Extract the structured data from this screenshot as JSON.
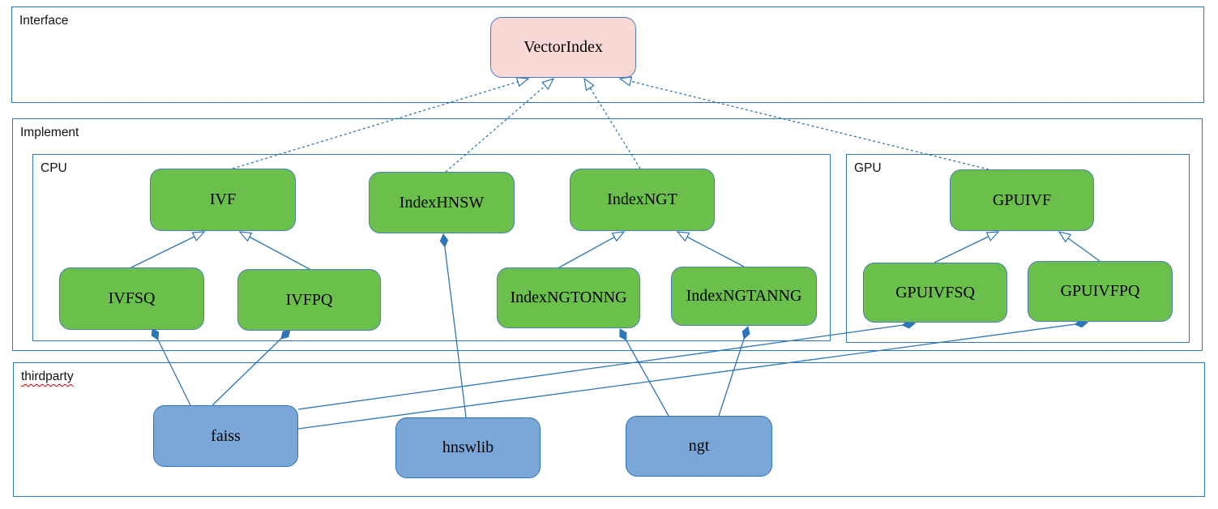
{
  "diagram": {
    "containers": [
      {
        "id": "interface",
        "label": "Interface"
      },
      {
        "id": "implement",
        "label": "Implement"
      },
      {
        "id": "cpu",
        "label": "CPU"
      },
      {
        "id": "gpu",
        "label": "GPU"
      },
      {
        "id": "thirdparty",
        "label": "thirdparty",
        "spellcheck_underline": true
      }
    ],
    "nodes": [
      {
        "id": "VectorIndex",
        "label": "VectorIndex",
        "kind": "interface",
        "container": "interface"
      },
      {
        "id": "IVF",
        "label": "IVF",
        "kind": "class",
        "container": "cpu"
      },
      {
        "id": "IndexHNSW",
        "label": "IndexHNSW",
        "kind": "class",
        "container": "cpu"
      },
      {
        "id": "IndexNGT",
        "label": "IndexNGT",
        "kind": "class",
        "container": "cpu"
      },
      {
        "id": "IVFSQ",
        "label": "IVFSQ",
        "kind": "class",
        "container": "cpu"
      },
      {
        "id": "IVFPQ",
        "label": "IVFPQ",
        "kind": "class",
        "container": "cpu"
      },
      {
        "id": "IndexNGTONNG",
        "label": "IndexNGTONNG",
        "kind": "class",
        "container": "cpu"
      },
      {
        "id": "IndexNGTANNG",
        "label": "IndexNGTANNG",
        "kind": "class",
        "container": "cpu"
      },
      {
        "id": "GPUIVF",
        "label": "GPUIVF",
        "kind": "class",
        "container": "gpu"
      },
      {
        "id": "GPUIVFSQ",
        "label": "GPUIVFSQ",
        "kind": "class",
        "container": "gpu"
      },
      {
        "id": "GPUIVFPQ",
        "label": "GPUIVFPQ",
        "kind": "class",
        "container": "gpu"
      },
      {
        "id": "faiss",
        "label": "faiss",
        "kind": "thirdparty",
        "container": "thirdparty"
      },
      {
        "id": "hnswlib",
        "label": "hnswlib",
        "kind": "thirdparty",
        "container": "thirdparty"
      },
      {
        "id": "ngt",
        "label": "ngt",
        "kind": "thirdparty",
        "container": "thirdparty"
      }
    ],
    "edges": {
      "realization_dashed_hollow_arrow": [
        {
          "from": "IVF",
          "to": "VectorIndex"
        },
        {
          "from": "IndexHNSW",
          "to": "VectorIndex"
        },
        {
          "from": "IndexNGT",
          "to": "VectorIndex"
        },
        {
          "from": "GPUIVF",
          "to": "VectorIndex"
        }
      ],
      "generalization_hollow_arrow": [
        {
          "from": "IVFSQ",
          "to": "IVF"
        },
        {
          "from": "IVFPQ",
          "to": "IVF"
        },
        {
          "from": "IndexNGTONNG",
          "to": "IndexNGT"
        },
        {
          "from": "IndexNGTANNG",
          "to": "IndexNGT"
        },
        {
          "from": "GPUIVFSQ",
          "to": "GPUIVF"
        },
        {
          "from": "GPUIVFPQ",
          "to": "GPUIVF"
        }
      ],
      "composition_diamond": [
        {
          "from": "faiss",
          "to": "IVFSQ"
        },
        {
          "from": "faiss",
          "to": "IVFPQ"
        },
        {
          "from": "faiss",
          "to": "GPUIVFSQ"
        },
        {
          "from": "faiss",
          "to": "GPUIVFPQ"
        },
        {
          "from": "hnswlib",
          "to": "IndexHNSW"
        },
        {
          "from": "ngt",
          "to": "IndexNGTONNG"
        },
        {
          "from": "ngt",
          "to": "IndexNGTANNG"
        }
      ]
    },
    "colors": {
      "edge": "#2e75b6",
      "container_border": "#2e75b6",
      "class_fill": "#6bbf4b",
      "class_border": "#4a7ebb",
      "interface_fill": "#f9d8d6",
      "interface_border": "#4a7ebb",
      "thirdparty_fill": "#7ba7d8",
      "thirdparty_border": "#2e75b6",
      "text": "#000000",
      "spellcheck": "#cc0000"
    }
  }
}
